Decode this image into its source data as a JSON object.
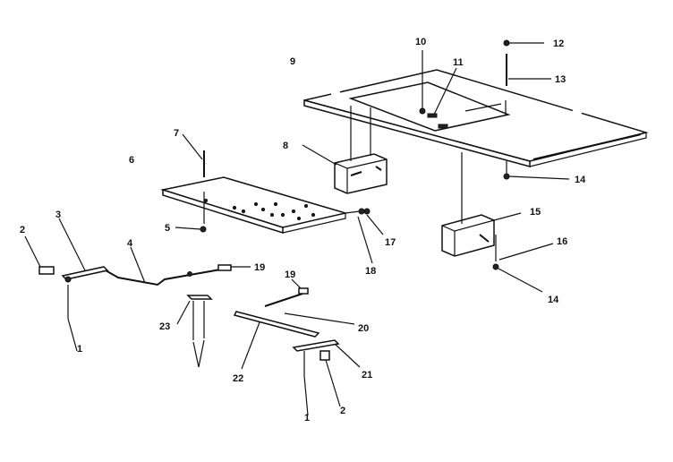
{
  "diagram": {
    "callouts": [
      "1",
      "1",
      "2",
      "2",
      "3",
      "4",
      "5",
      "6",
      "7",
      "8",
      "9",
      "10",
      "11",
      "12",
      "13",
      "14",
      "14",
      "15",
      "16",
      "17",
      "18",
      "19",
      "19",
      "20",
      "21",
      "22",
      "23"
    ]
  }
}
